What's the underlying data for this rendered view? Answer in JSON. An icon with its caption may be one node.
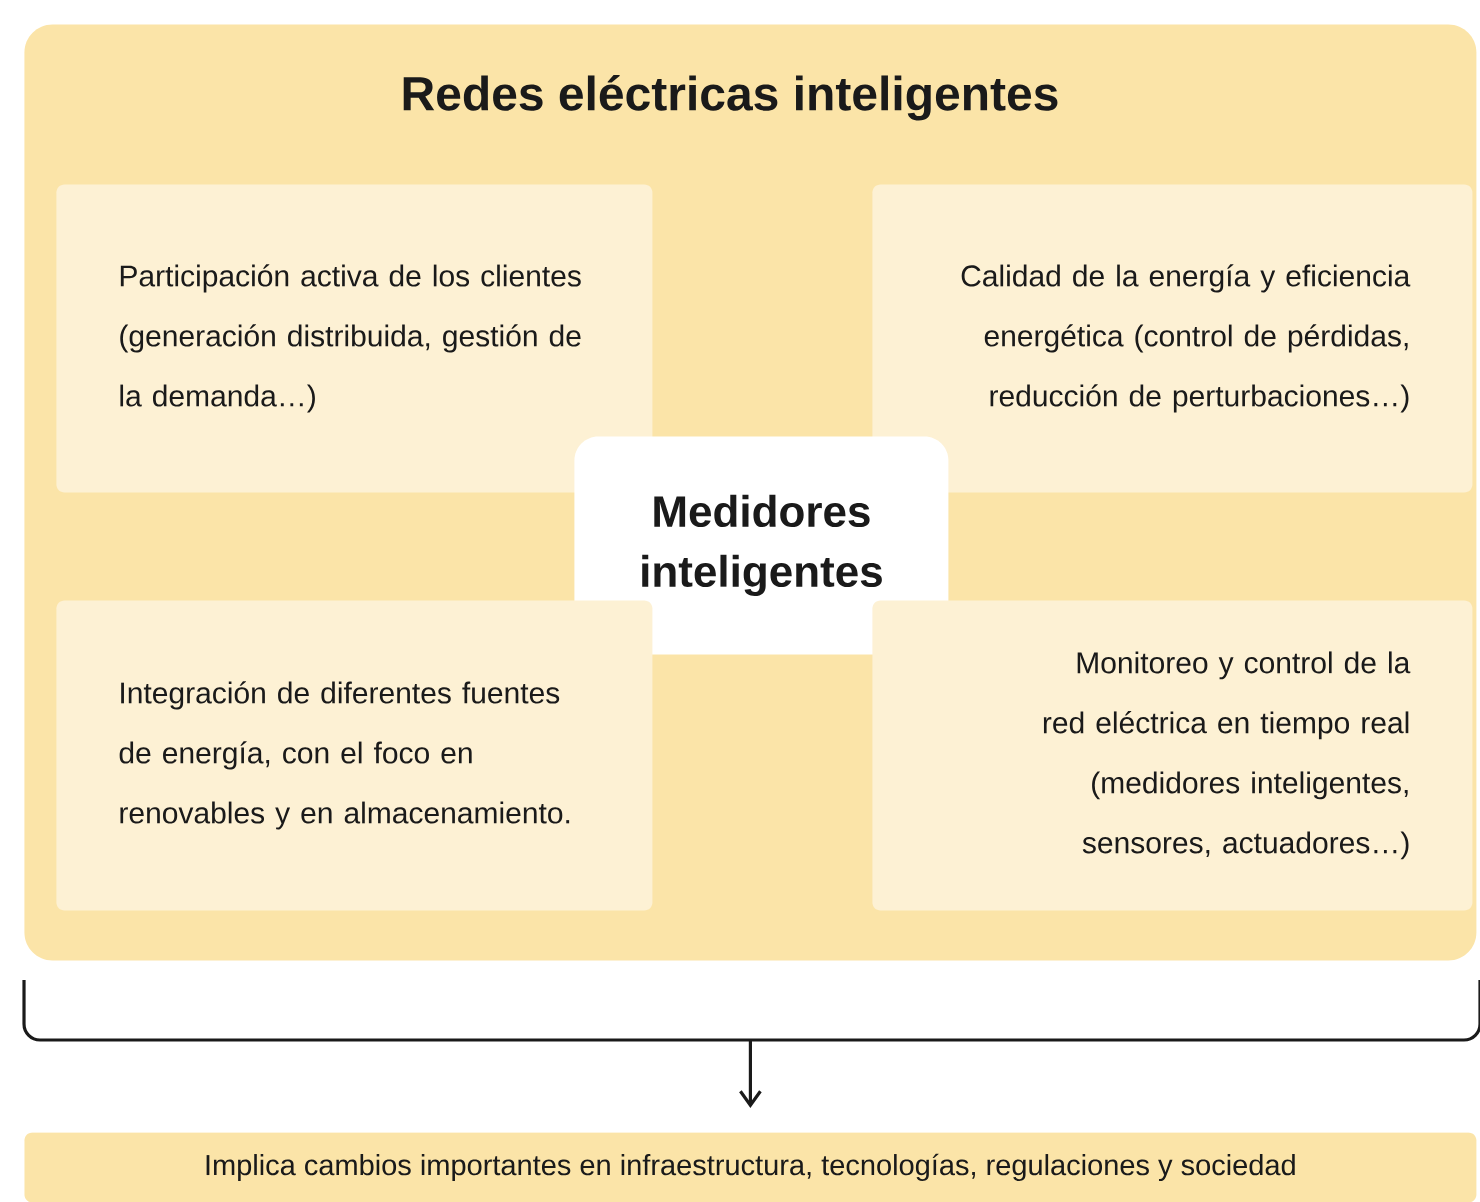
{
  "diagram": {
    "nodes": [
      {
        "text": [
          "Redes eléctricas inteligentes"
        ]
      },
      {
        "text": [
          "Participación activa de los clientes (generación distribuida, gestión de la demanda…)"
        ],
        "in": 0
      },
      {
        "text": [
          "Calidad de la energía y eficiencia energética (control de pérdidas, reducción de perturbaciones…)"
        ],
        "in": 0
      },
      {
        "text": [
          "Medidores inteligentes"
        ],
        "in": 0
      },
      {
        "text": [
          "Integración de diferentes fuentes de energía, con el foco en renovables y en almacenamiento."
        ],
        "in": 0
      },
      {
        "text": [
          "Monitoreo y control de la red eléctrica en tiempo real (medidores inteligentes, sensores, actuadores…)"
        ],
        "in": 0
      },
      {
        "text": [
          "Implica cambios importantes en infraestructura, tecnologías, regulaciones y sociedad"
        ]
      }
    ],
    "edges": [
      {
        "from": 0,
        "to": 6,
        "arrow": "to"
      }
    ]
  }
}
